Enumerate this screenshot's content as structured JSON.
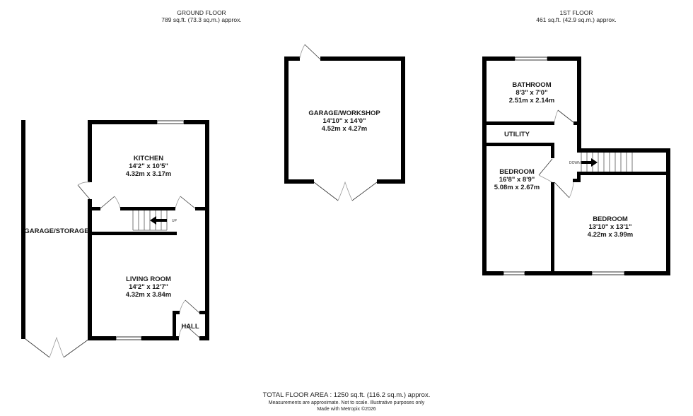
{
  "floors": {
    "ground": {
      "title": "GROUND FLOOR",
      "area": "789 sq.ft. (73.3 sq.m.) approx."
    },
    "first": {
      "title": "1ST FLOOR",
      "area": "461 sq.ft. (42.9 sq.m.) approx."
    }
  },
  "rooms": {
    "kitchen": {
      "name": "KITCHEN",
      "imperial": "14'2\"  x 10'5\"",
      "metric": "4.32m  x 3.17m"
    },
    "garage_storage": {
      "name": "GARAGE/STORAGE"
    },
    "living_room": {
      "name": "LIVING ROOM",
      "imperial": "14'2\"  x 12'7\"",
      "metric": "4.32m  x 3.84m"
    },
    "hall": {
      "name": "HALL"
    },
    "garage_workshop": {
      "name": "GARAGE/WORKSHOP",
      "imperial": "14'10\"  x 14'0\"",
      "metric": "4.52m  x 4.27m"
    },
    "bathroom": {
      "name": "BATHROOM",
      "imperial": "8'3\"  x 7'0\"",
      "metric": "2.51m  x 2.14m"
    },
    "utility": {
      "name": "UTILITY"
    },
    "bedroom_1": {
      "name": "BEDROOM",
      "imperial": "16'8\"  x 8'9\"",
      "metric": "5.08m  x 2.67m"
    },
    "bedroom_2": {
      "name": "BEDROOM",
      "imperial": "13'10\"  x 13'1\"",
      "metric": "4.22m  x 3.99m"
    }
  },
  "stairs": {
    "ground_label": "UP",
    "first_label": "DOWN"
  },
  "footer": {
    "total": "TOTAL FLOOR AREA : 1250 sq.ft. (116.2 sq.m.) approx.",
    "disclaimer": "Measurements are approximate.  Not to scale.  Illustrative purposes only",
    "credit": "Made with Metropix ©2026"
  },
  "colors": {
    "wall": "#000000",
    "background": "#ffffff",
    "door_line": "#333333",
    "window_fill": "#ffffff"
  }
}
